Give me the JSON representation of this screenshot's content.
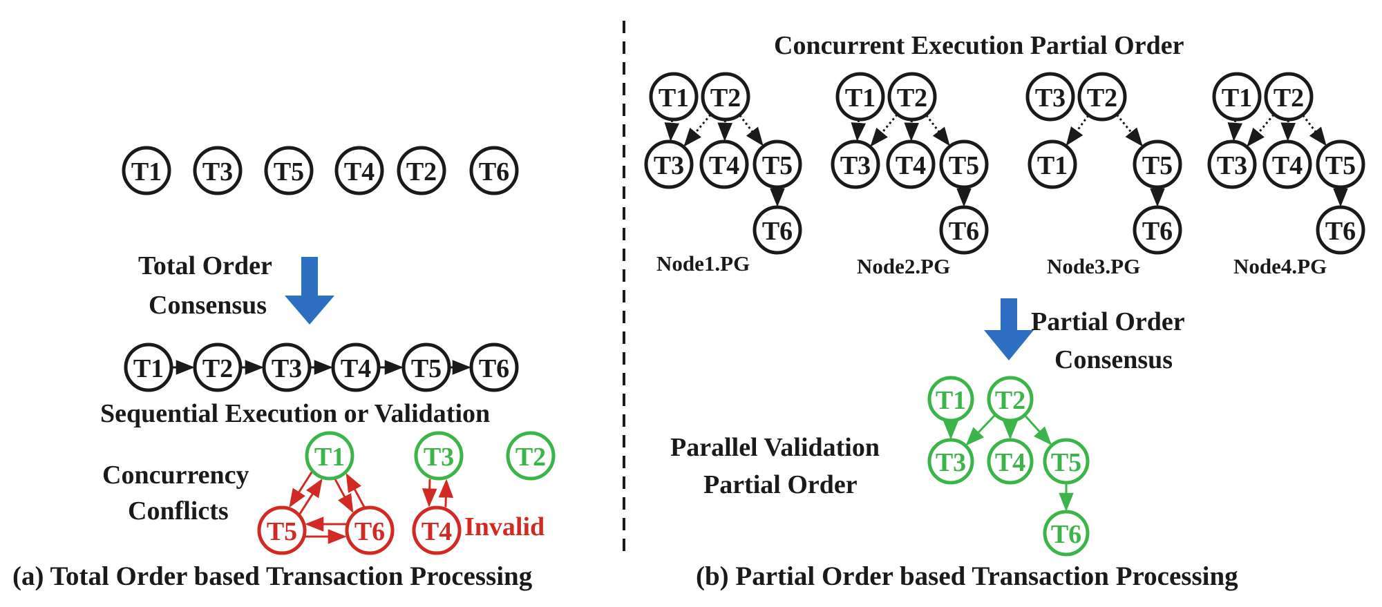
{
  "colors": {
    "black": "#1a1a1a",
    "green": "#3bb54a",
    "red": "#d02a22",
    "blue": "#2f6fc1"
  },
  "left": {
    "unordered": [
      "T1",
      "T3",
      "T5",
      "T4",
      "T2",
      "T6"
    ],
    "consensus_label_1": "Total Order",
    "consensus_label_2": "Consensus",
    "ordered": [
      "T1",
      "T2",
      "T3",
      "T4",
      "T5",
      "T6"
    ],
    "sequential_label": "Sequential Execution or Validation",
    "conflict_label_1": "Concurrency",
    "conflict_label_2": "Conflicts",
    "invalid_label": "Invalid",
    "conflict_nodes": {
      "t1": "T1",
      "t5": "T5",
      "t6": "T6",
      "t3": "T3",
      "t4": "T4",
      "t2": "T2"
    },
    "caption": "(a) Total Order based Transaction Processing"
  },
  "right": {
    "title": "Concurrent Execution Partial Order",
    "graphs": [
      {
        "label": "Node1.PG",
        "top": [
          "T1",
          "T2"
        ],
        "mid": [
          "T3",
          "T4",
          "T5"
        ],
        "bottom": "T6"
      },
      {
        "label": "Node2.PG",
        "top": [
          "T1",
          "T2"
        ],
        "mid": [
          "T3",
          "T4",
          "T5"
        ],
        "bottom": "T6"
      },
      {
        "label": "Node3.PG",
        "top": [
          "T3",
          "T2"
        ],
        "mid": [
          "T1",
          "T5"
        ],
        "bottom": "T6"
      },
      {
        "label": "Node4.PG",
        "top": [
          "T1",
          "T2"
        ],
        "mid": [
          "T3",
          "T4",
          "T5"
        ],
        "bottom": "T6"
      }
    ],
    "consensus_label_1": "Partial Order",
    "consensus_label_2": "Consensus",
    "validation_label_1": "Parallel Validation",
    "validation_label_2": "Partial Order",
    "final": {
      "top": [
        "T1",
        "T2"
      ],
      "mid": [
        "T3",
        "T4",
        "T5"
      ],
      "bottom": "T6"
    },
    "caption": "(b) Partial Order based Transaction Processing"
  }
}
